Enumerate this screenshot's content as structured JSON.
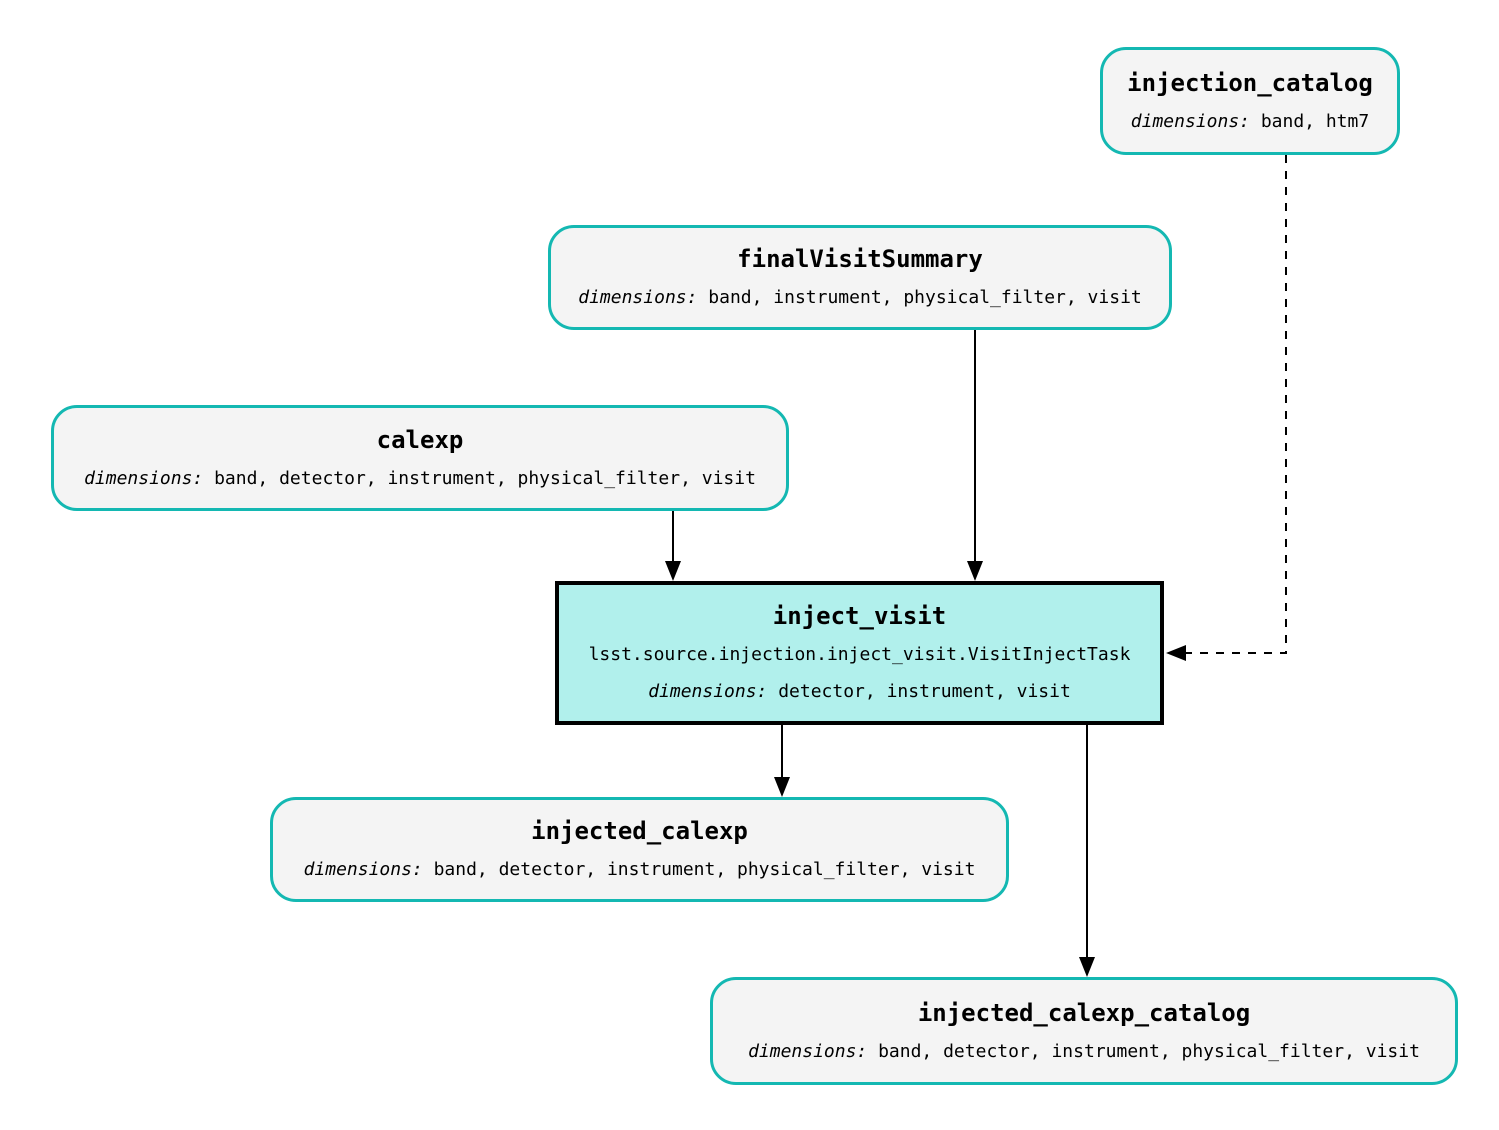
{
  "colors": {
    "node_border": "#14b8b2",
    "node_fill": "#f4f4f4",
    "task_fill": "#b1f0ec",
    "task_border": "#000000",
    "edge": "#000000",
    "background": "#ffffff"
  },
  "nodes": {
    "injection_catalog": {
      "title": "injection_catalog",
      "dimensions_label": "dimensions:",
      "dimensions": "band, htm7"
    },
    "finalVisitSummary": {
      "title": "finalVisitSummary",
      "dimensions_label": "dimensions:",
      "dimensions": "band, instrument, physical_filter, visit"
    },
    "calexp": {
      "title": "calexp",
      "dimensions_label": "dimensions:",
      "dimensions": "band, detector, instrument, physical_filter, visit"
    },
    "inject_visit": {
      "title": "inject_visit",
      "task_class": "lsst.source.injection.inject_visit.VisitInjectTask",
      "dimensions_label": "dimensions:",
      "dimensions": "detector, instrument, visit"
    },
    "injected_calexp": {
      "title": "injected_calexp",
      "dimensions_label": "dimensions:",
      "dimensions": "band, detector, instrument, physical_filter, visit"
    },
    "injected_calexp_catalog": {
      "title": "injected_calexp_catalog",
      "dimensions_label": "dimensions:",
      "dimensions": "band, detector, instrument, physical_filter, visit"
    }
  }
}
